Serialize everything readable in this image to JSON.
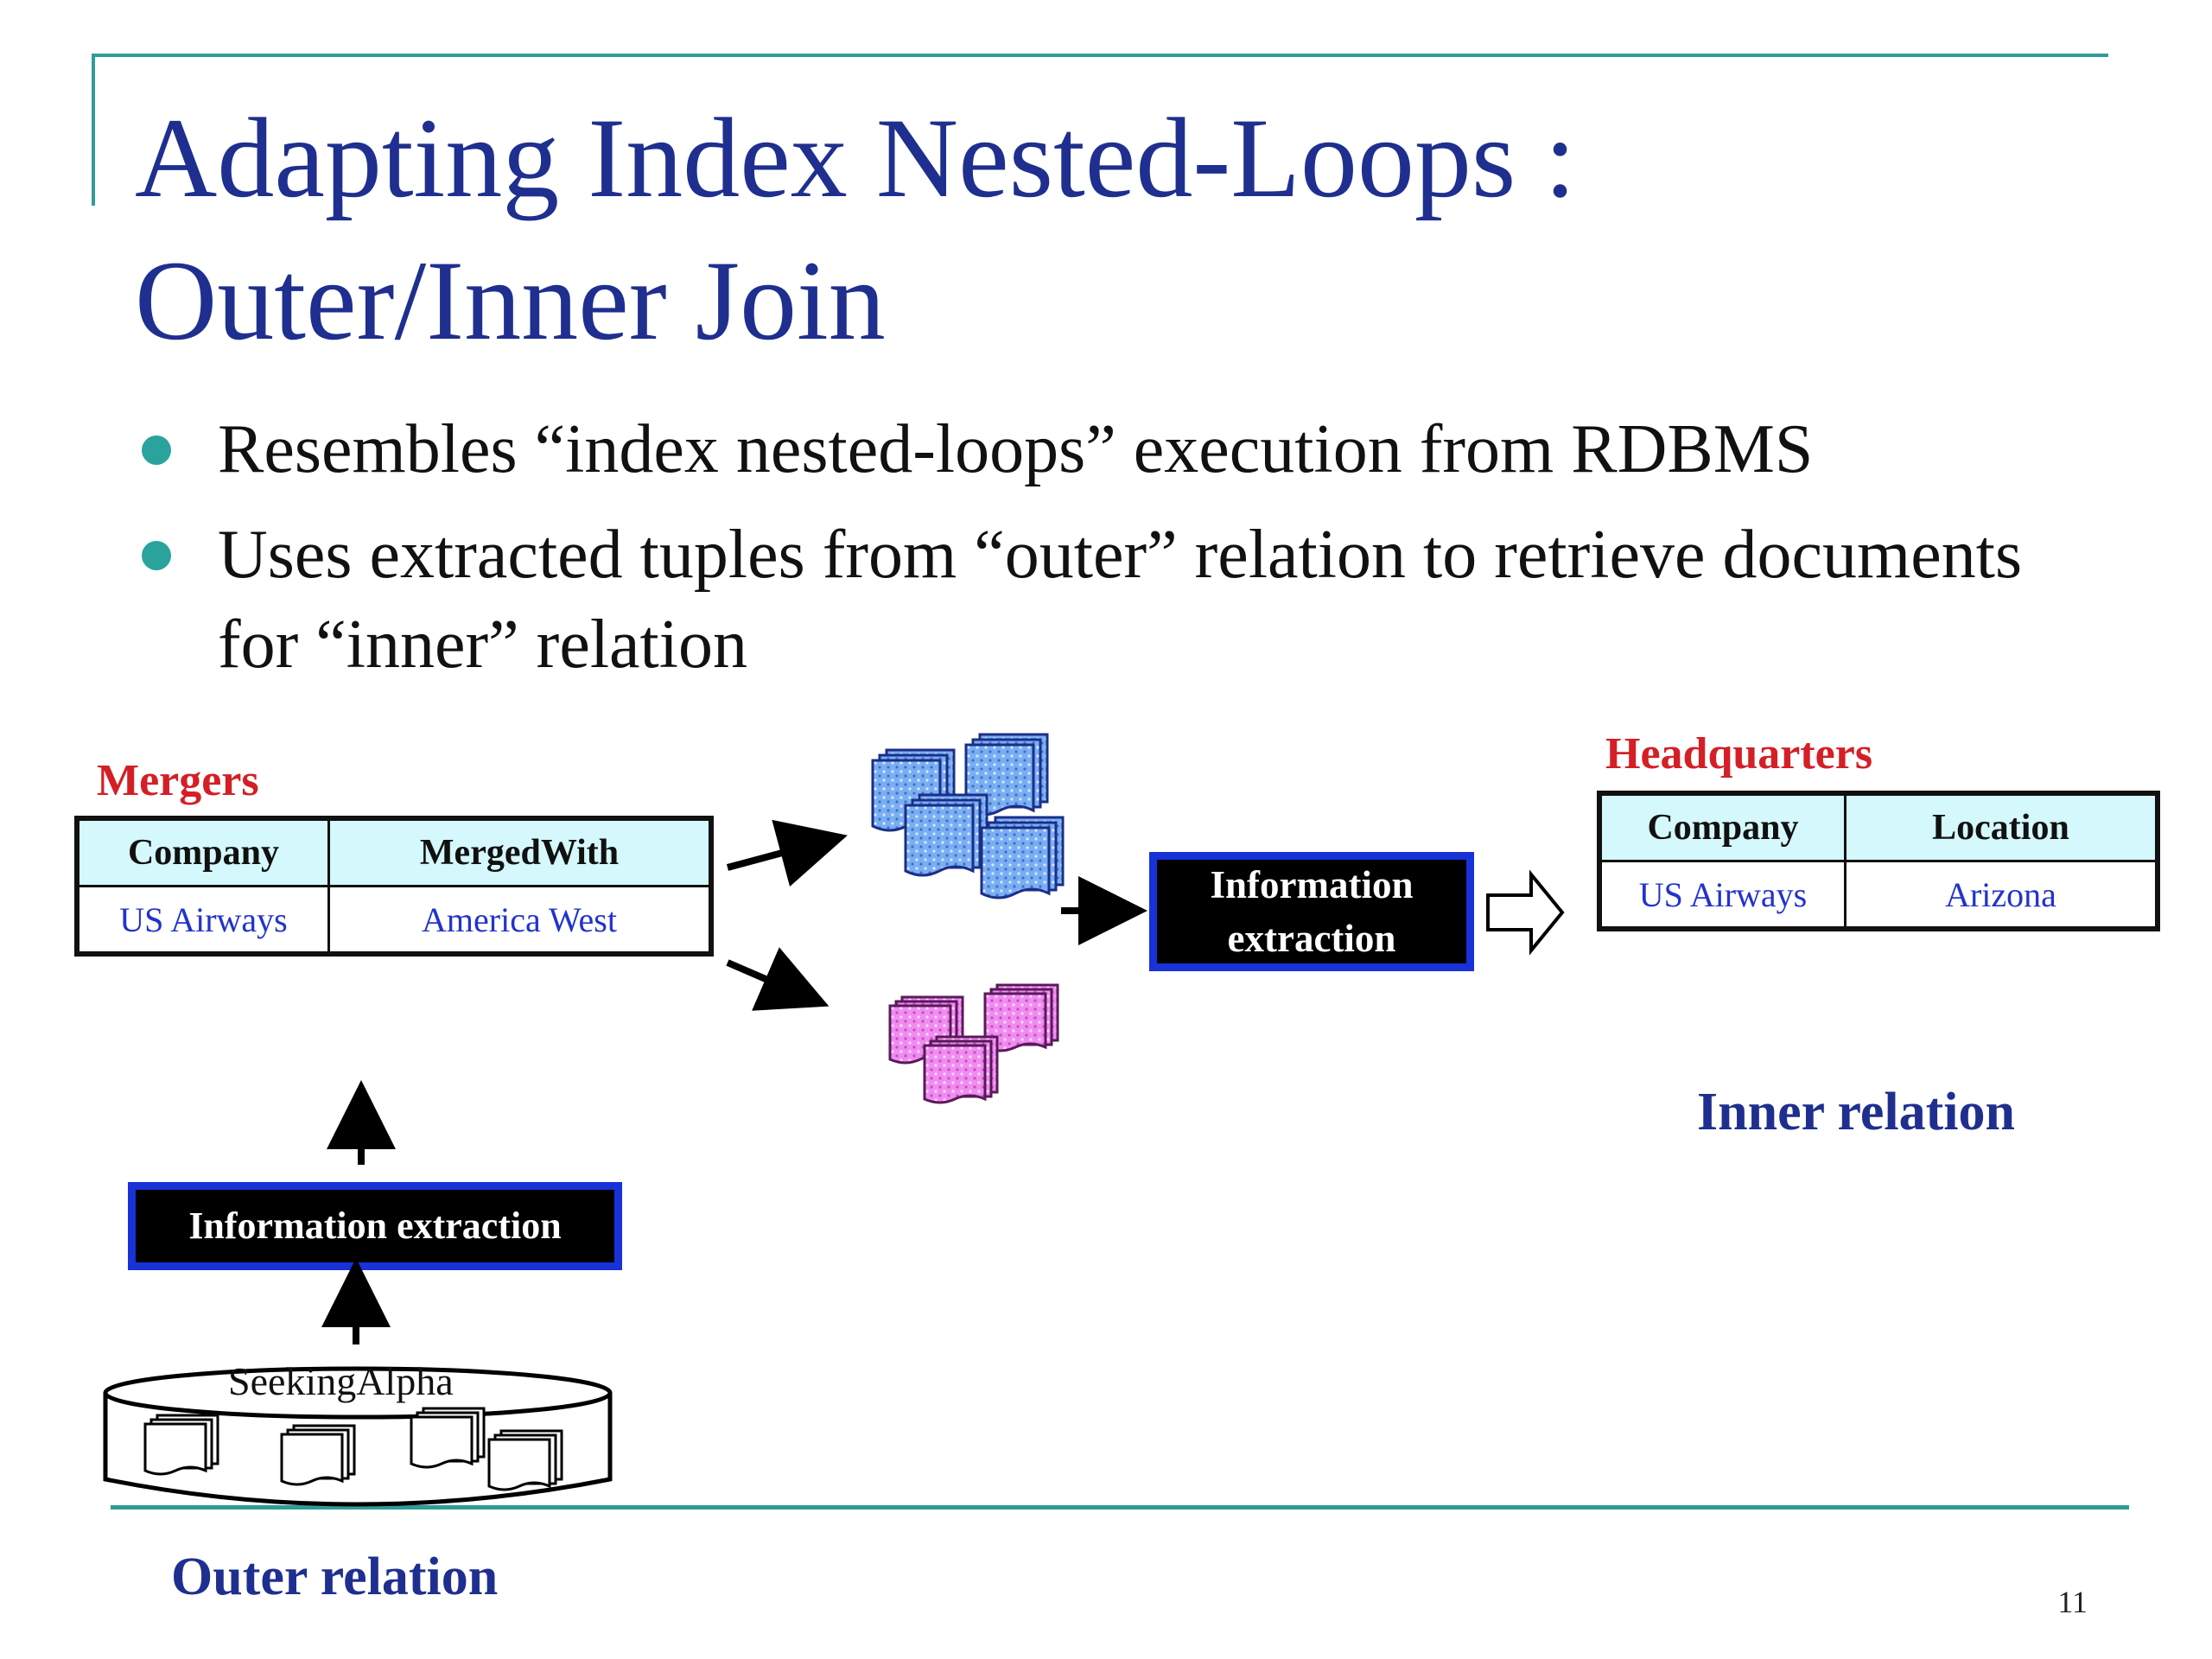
{
  "slide": {
    "title_lines": [
      "Adapting Index Nested-Loops :",
      "Outer/Inner Join"
    ],
    "bullets": [
      "Resembles “index nested-loops” execution from RDBMS",
      "Uses extracted tuples from “outer” relation to retrieve documents for “inner” relation"
    ],
    "page_number": "11"
  },
  "diagram": {
    "mergers": {
      "title": "Mergers",
      "columns": [
        "Company",
        "MergedWith"
      ],
      "rows": [
        [
          "US Airways",
          "America West"
        ]
      ]
    },
    "headquarters": {
      "title": "Headquarters",
      "columns": [
        "Company",
        "Location"
      ],
      "rows": [
        [
          "US Airways",
          "Arizona"
        ]
      ]
    },
    "ie_box_right": "Information extraction",
    "ie_box_left": "Information extraction",
    "database_label": "SeekingAlpha",
    "outer_relation_label": "Outer relation",
    "inner_relation_label": "Inner relation",
    "colors": {
      "title": "#1f2f8f",
      "relation_title": "#d41f26",
      "cell_value": "#2233cc",
      "header_fill": "#d4f8fb",
      "ie_border": "#1832d8",
      "frame": "#2e9c9a",
      "doc_blue": "#6fa3ee",
      "doc_pink": "#ee88ee"
    }
  }
}
